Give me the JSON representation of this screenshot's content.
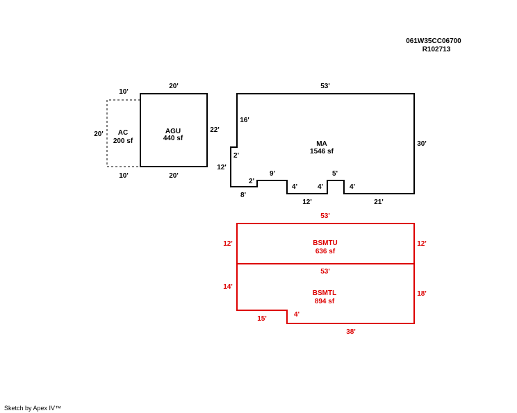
{
  "header": {
    "parcel_id": "061W35CC06700",
    "account_id": "R102713"
  },
  "colors": {
    "main_line": "#000000",
    "basement_line": "#dd0000"
  },
  "areas": {
    "ac": {
      "name": "AC",
      "area": "200 sf"
    },
    "agu": {
      "name": "AGU",
      "area": "440 sf"
    },
    "ma": {
      "name": "MA",
      "area": "1546 sf"
    },
    "bsmtu": {
      "name": "BSMTU",
      "area": "636 sf"
    },
    "bsmtl": {
      "name": "BSMTL",
      "area": "894 sf"
    }
  },
  "dimensions": {
    "ac_top": "10'",
    "ac_side": "20'",
    "ac_bottom": "10'",
    "agu_top": "20'",
    "agu_right": "22'",
    "agu_bottom": "20'",
    "ma_top": "53'",
    "ma_left_upper": "16'",
    "ma_notch_small": "2'",
    "ma_left_lower": "12'",
    "ma_bottom_step": "2'",
    "ma_bottom_left": "8'",
    "ma_bump_9": "9'",
    "ma_step_4a": "4'",
    "ma_step_4b": "4'",
    "ma_bump_5": "5'",
    "ma_step_4c": "4'",
    "ma_bottom_12": "12'",
    "ma_bottom_21": "21'",
    "ma_right": "30'",
    "bsmtu_top": "53'",
    "bsmtu_left": "12'",
    "bsmtu_right": "12'",
    "bsmtl_top": "53'",
    "bsmtl_left": "14'",
    "bsmtl_right": "18'",
    "bsmtl_bottom_left": "15'",
    "bsmtl_step": "4'",
    "bsmtl_bottom": "38'"
  },
  "footer": {
    "credit": "Sketch by Apex IV™"
  }
}
